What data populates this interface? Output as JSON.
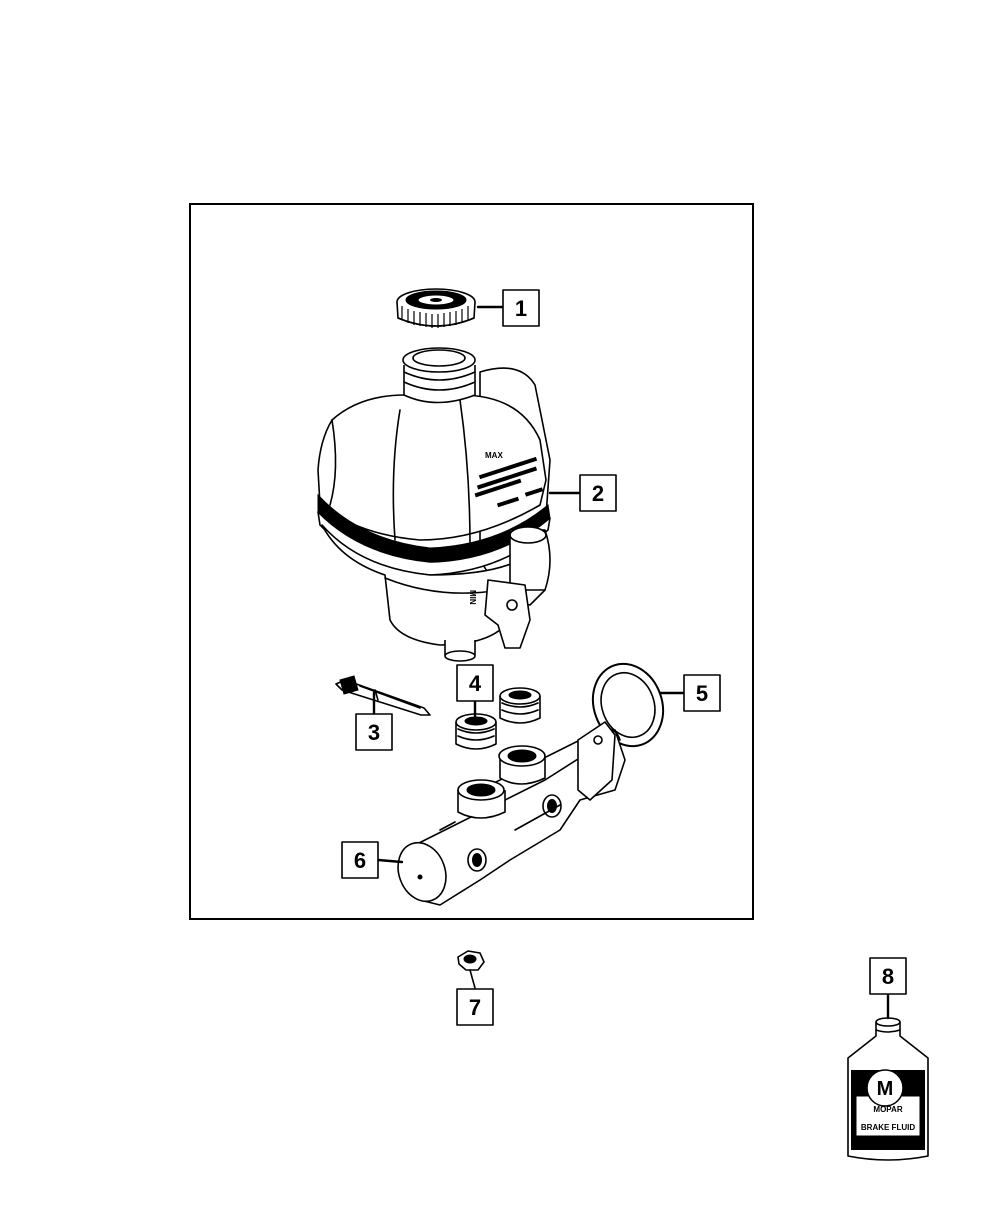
{
  "diagram": {
    "callouts": [
      "1",
      "2",
      "3",
      "4",
      "5",
      "6",
      "7",
      "8"
    ],
    "bottle_label": {
      "brand": "MOPAR",
      "product": "BRAKE FLUID"
    },
    "reservoir_markings": {
      "max": "MAX",
      "min": "MIN"
    }
  }
}
